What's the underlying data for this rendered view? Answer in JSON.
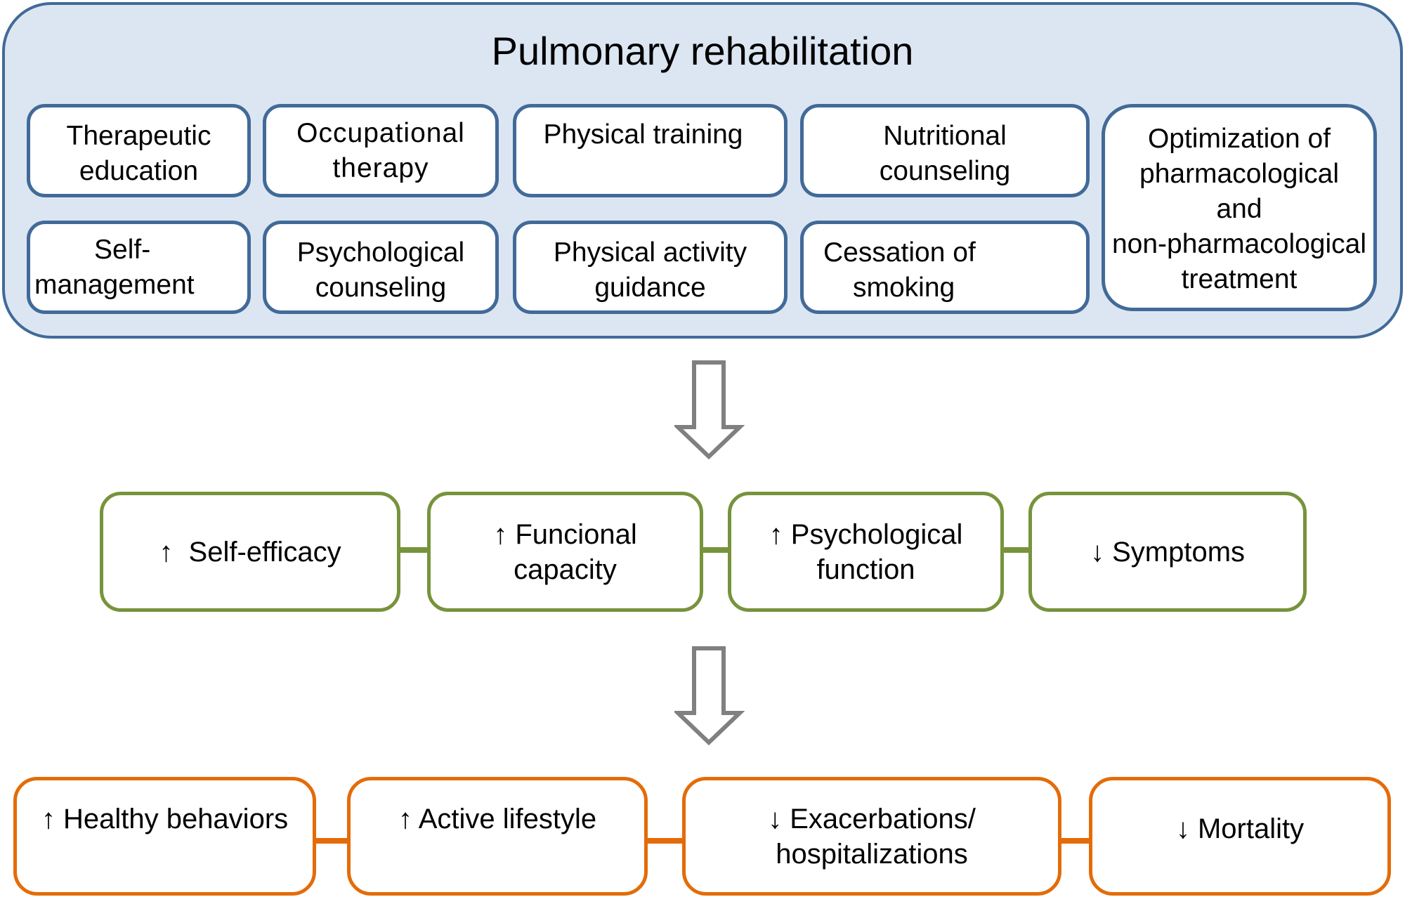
{
  "title": "Pulmonary rehabilitation",
  "colors": {
    "program_border": "#416A98",
    "program_fill": "#DCE6F2",
    "intermediate_border": "#77933C",
    "outcome_border": "#E36C09",
    "arrow": "#808080"
  },
  "components": [
    {
      "lines": [
        "Therapeutic",
        "education"
      ]
    },
    {
      "lines": [
        "Occupational",
        "therapy"
      ]
    },
    {
      "lines": [
        "Physical training"
      ]
    },
    {
      "lines": [
        "Nutritional",
        "counseling"
      ]
    },
    {
      "lines": [
        "Self-",
        "management"
      ]
    },
    {
      "lines": [
        "Psychological",
        "counseling"
      ]
    },
    {
      "lines": [
        "Physical activity",
        "guidance"
      ]
    },
    {
      "lines": [
        "Cessation of",
        "smoking"
      ]
    },
    {
      "lines": [
        "Optimization of",
        "pharmacological",
        "and",
        "non-pharmacological",
        "treatment"
      ]
    }
  ],
  "intermediate_effects": [
    {
      "lines": [
        "↑  Self-efficacy"
      ]
    },
    {
      "lines": [
        "↑ Funcional",
        "capacity"
      ]
    },
    {
      "lines": [
        "↑ Psychological",
        "function"
      ]
    },
    {
      "lines": [
        "↓ Symptoms"
      ]
    }
  ],
  "final_outcomes": [
    {
      "lines": [
        "↑ Healthy behaviors"
      ]
    },
    {
      "lines": [
        "↑ Active lifestyle"
      ]
    },
    {
      "lines": [
        "↓ Exacerbations/",
        "hospitalizations"
      ]
    },
    {
      "lines": [
        "↓ Mortality"
      ]
    }
  ]
}
